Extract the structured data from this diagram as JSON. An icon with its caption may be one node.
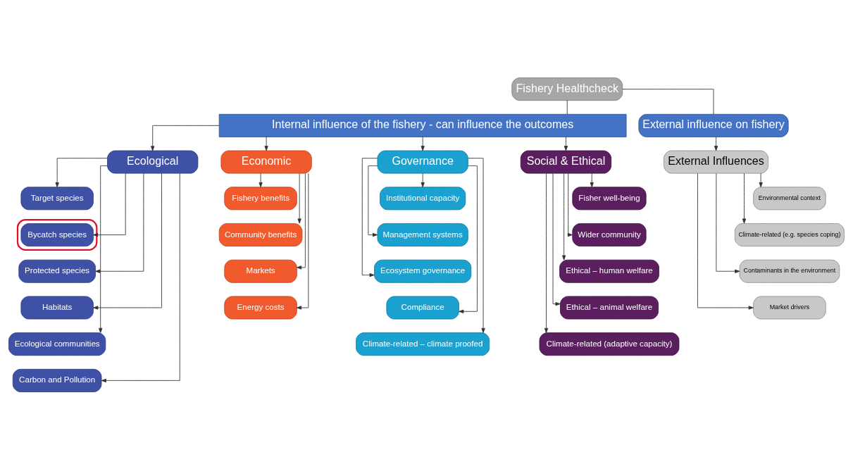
{
  "diagram": {
    "nodes": [
      {
        "text": [
          "Fishery Healthcheck"
        ]
      },
      {
        "text": [
          "Internal influence of the fishery - can influence the outcomes"
        ]
      },
      {
        "text": [
          "External influence on fishery"
        ]
      },
      {
        "text": [
          "Ecological"
        ]
      },
      {
        "text": [
          "Target species"
        ]
      },
      {
        "text": [],
        "shape": "box"
      },
      {
        "text": [
          "Bycatch species"
        ],
        "in": 5
      },
      {
        "text": [
          "Protected species"
        ]
      },
      {
        "text": [
          "Habitats"
        ]
      },
      {
        "text": [
          "Ecological communities"
        ]
      },
      {
        "text": [
          "Carbon and Pollution"
        ]
      },
      {
        "text": [
          "Economic"
        ]
      },
      {
        "text": [
          "Fishery benefits"
        ]
      },
      {
        "text": [
          "Community benefits"
        ]
      },
      {
        "text": [
          "Markets"
        ]
      },
      {
        "text": [
          "Energy costs"
        ]
      },
      {
        "text": [
          "Governance"
        ]
      },
      {
        "text": [
          "Institutional capacity"
        ]
      },
      {
        "text": [
          "Management systems"
        ]
      },
      {
        "text": [
          "Ecosystem governance"
        ]
      },
      {
        "text": [
          "Compliance"
        ]
      },
      {
        "text": [
          "Climate-related – climate proofed"
        ]
      },
      {
        "text": [
          "Social & Ethical"
        ]
      },
      {
        "text": [
          "Fisher well-being"
        ]
      },
      {
        "text": [
          "Wider community"
        ]
      },
      {
        "text": [
          "Ethical – human welfare"
        ]
      },
      {
        "text": [
          "Ethical – animal welfare"
        ]
      },
      {
        "text": [
          "Climate-related (adaptive capacity)"
        ]
      },
      {
        "text": [
          "External Influences"
        ]
      },
      {
        "text": [
          "Environmental context"
        ]
      },
      {
        "text": [
          "Climate-related (e.g. species coping)"
        ]
      },
      {
        "text": [
          "Contaminants in the environment"
        ]
      },
      {
        "text": [
          "Market drivers"
        ]
      }
    ],
    "edges": [
      {
        "from": 0,
        "to": 1,
        "arrow": "none"
      },
      {
        "from": 0,
        "to": 2,
        "arrow": "none"
      },
      {
        "from": 1,
        "to": 3,
        "arrow": "to"
      },
      {
        "from": 1,
        "to": 11,
        "arrow": "to"
      },
      {
        "from": 1,
        "to": 16,
        "arrow": "to"
      },
      {
        "from": 1,
        "to": 22,
        "arrow": "to"
      },
      {
        "from": 2,
        "to": 28,
        "arrow": "to"
      },
      {
        "from": 3,
        "to": 4,
        "arrow": "to"
      },
      {
        "from": 3,
        "to": 6,
        "arrow": "to"
      },
      {
        "from": 3,
        "to": 7,
        "arrow": "to"
      },
      {
        "from": 3,
        "to": 8,
        "arrow": "to"
      },
      {
        "from": 3,
        "to": 9,
        "arrow": "to"
      },
      {
        "from": 3,
        "to": 10,
        "arrow": "to"
      },
      {
        "from": 11,
        "to": 12,
        "arrow": "to"
      },
      {
        "from": 11,
        "to": 13,
        "arrow": "to"
      },
      {
        "from": 11,
        "to": 14,
        "arrow": "to"
      },
      {
        "from": 11,
        "to": 15,
        "arrow": "to"
      },
      {
        "from": 16,
        "to": 17,
        "arrow": "to"
      },
      {
        "from": 16,
        "to": 18,
        "arrow": "to"
      },
      {
        "from": 16,
        "to": 19,
        "arrow": "to"
      },
      {
        "from": 16,
        "to": 20,
        "arrow": "to"
      },
      {
        "from": 16,
        "to": 21,
        "arrow": "to"
      },
      {
        "from": 22,
        "to": 23,
        "arrow": "to"
      },
      {
        "from": 22,
        "to": 24,
        "arrow": "to"
      },
      {
        "from": 22,
        "to": 25,
        "arrow": "to"
      },
      {
        "from": 22,
        "to": 26,
        "arrow": "to"
      },
      {
        "from": 22,
        "to": 27,
        "arrow": "to"
      },
      {
        "from": 28,
        "to": 29,
        "arrow": "to"
      },
      {
        "from": 28,
        "to": 30,
        "arrow": "to"
      },
      {
        "from": 28,
        "to": 31,
        "arrow": "to"
      },
      {
        "from": 28,
        "to": 32,
        "arrow": "to"
      }
    ]
  }
}
